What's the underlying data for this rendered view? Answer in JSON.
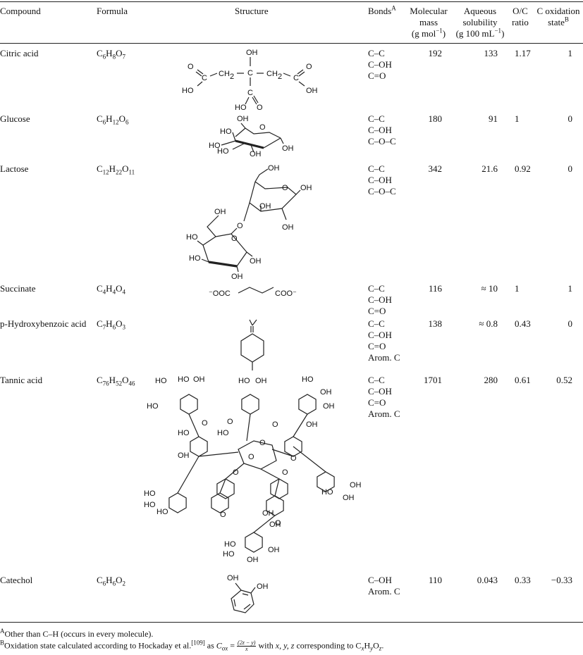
{
  "headers": {
    "compound": "Compound",
    "formula": "Formula",
    "structure": "Structure",
    "bonds": "Bonds",
    "bonds_sup": "A",
    "mass_l1": "Molecular",
    "mass_l2": "mass",
    "mass_l3a": "(g mol",
    "mass_l3_sup": "−1",
    "mass_l3b": ")",
    "sol_l1": "Aqueous",
    "sol_l2": "solubility",
    "sol_l3a": "(g 100 mL",
    "sol_l3_sup": "−1",
    "sol_l3b": ")",
    "oc_l1": "O/C",
    "oc_l2": "ratio",
    "cox_l1": "C oxidation",
    "cox_l2": "state",
    "cox_sup": "B"
  },
  "rows": [
    {
      "name": "Citric acid",
      "f": [
        [
          "C",
          ""
        ],
        [
          "6",
          ""
        ],
        [
          "H",
          ""
        ],
        [
          "8",
          ""
        ],
        [
          "O",
          ""
        ],
        [
          "7",
          ""
        ]
      ],
      "bonds": [
        "C–C",
        "C–OH",
        "C=O"
      ],
      "mass": "192",
      "sol": "133",
      "oc": "1.17",
      "cox": "1"
    },
    {
      "name": "Glucose",
      "bonds": [
        "C–C",
        "C–OH",
        "C–O–C"
      ],
      "mass": "180",
      "sol": "91",
      "oc": "1",
      "cox": "0"
    },
    {
      "name": "Lactose",
      "bonds": [
        "C–C",
        "C–OH",
        "C–O–C"
      ],
      "mass": "342",
      "sol": "21.6",
      "oc": "0.92",
      "cox": "0"
    },
    {
      "name": "Succinate",
      "bonds": [
        "C–C",
        "C–OH",
        "C=O"
      ],
      "mass": "116",
      "sol": "≈ 10",
      "oc": "1",
      "cox": "1"
    },
    {
      "name": "p-Hydroxybenzoic acid",
      "bonds": [
        "C–C",
        "C–OH",
        "C=O",
        "Arom. C"
      ],
      "mass": "138",
      "sol": "≈ 0.8",
      "oc": "0.43",
      "cox": "0"
    },
    {
      "name": "Tannic acid",
      "bonds": [
        "C–C",
        "C–OH",
        "C=O",
        "Arom. C"
      ],
      "mass": "1701",
      "sol": "280",
      "oc": "0.61",
      "cox": "0.52"
    },
    {
      "name": "Catechol",
      "bonds": [
        "C–OH",
        "Arom. C"
      ],
      "mass": "110",
      "sol": "0.043",
      "oc": "0.33",
      "cox": "−0.33"
    }
  ],
  "formulas": {
    "citric": {
      "a": "C",
      "b": "6",
      "c": "H",
      "d": "8",
      "e": "O",
      "f": "7"
    },
    "glucose": {
      "a": "C",
      "b": "6",
      "c": "H",
      "d": "12",
      "e": "O",
      "f": "6"
    },
    "lactose": {
      "a": "C",
      "b": "12",
      "c": "H",
      "d": "22",
      "e": "O",
      "f": "11"
    },
    "succinate": {
      "a": "C",
      "b": "4",
      "c": "H",
      "d": "4",
      "e": "O",
      "f": "4"
    },
    "phba": {
      "a": "C",
      "b": "7",
      "c": "H",
      "d": "6",
      "e": "O",
      "f": "3"
    },
    "tannic": {
      "a": "C",
      "b": "76",
      "c": "H",
      "d": "52",
      "e": "O",
      "f": "46"
    },
    "catechol": {
      "a": "C",
      "b": "6",
      "c": "H",
      "d": "6",
      "e": "O",
      "f": "2"
    }
  },
  "structure_labels": {
    "oh": "OH",
    "ho": "HO",
    "o": "O",
    "c": "C",
    "ch2": "CH",
    "two": "2",
    "ooc": "⁻OOC",
    "coo": "COO⁻"
  },
  "footnotes": {
    "a_sup": "A",
    "a_text": "Other than C–H (occurs in every molecule).",
    "b_sup": "B",
    "b_text1": "Oxidation state calculated according to Hockaday et al.",
    "b_ref": "[109]",
    "b_text2": " as ",
    "b_cox": "C",
    "b_cox_sub": "ox",
    "b_eq": " = ",
    "b_num": "(2z − y)",
    "b_den": "x",
    "b_text3": " with ",
    "b_vars": "x, y, z",
    "b_text4": " corresponding to C",
    "b_x": "x",
    "b_h": "H",
    "b_y": "y",
    "b_o": "O",
    "b_z": "z",
    "b_end": "."
  }
}
